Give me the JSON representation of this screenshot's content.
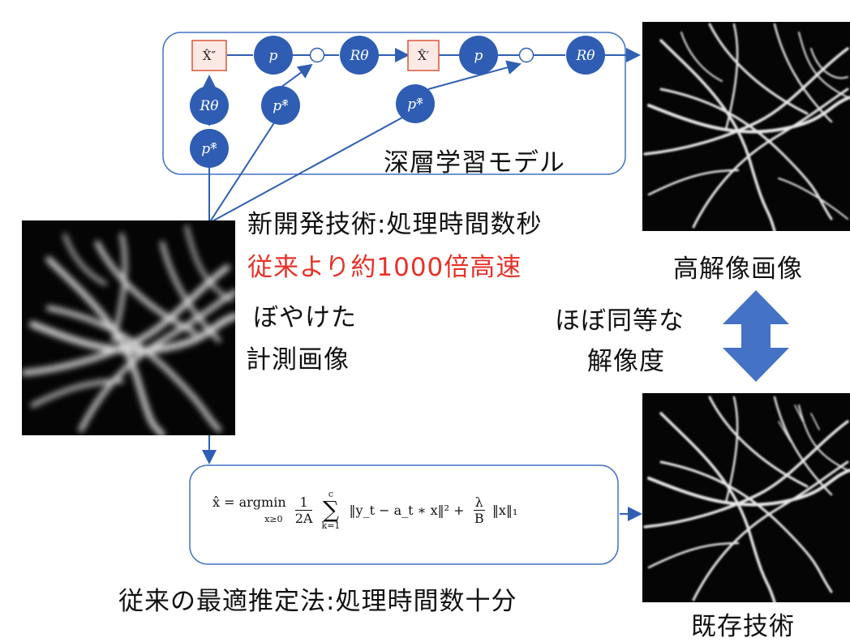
{
  "model": {
    "label": "深層学習モデル",
    "nodes": {
      "x_double_prime": "X̂″",
      "x_prime": "X̂′",
      "p": "p",
      "r_theta": "Rθ",
      "p_star": "p*̄"
    }
  },
  "captions": {
    "new_tech": "新開発技術:処理時間数秒",
    "speedup": "従来より約1000倍高速",
    "blurred_line1": "ぼやけた",
    "blurred_line2": "計測画像",
    "high_res": "高解像画像",
    "similar_line1": "ほぼ同等な",
    "similar_line2": "解像度",
    "conventional": "従来の最適推定法:処理時間数十分",
    "existing": "既存技術"
  },
  "formula": {
    "lhs": "x̂ = argmin",
    "sub": "x≥0",
    "frac_num": "1",
    "frac_den": "2A",
    "sum_top": "c",
    "sum_bottom": "k=1",
    "term": "‖y_t − a_t ∗ x‖² +",
    "lambda_num": "λ",
    "lambda_den": "B",
    "l1": "‖x‖₁"
  },
  "colors": {
    "accent_blue": "#2f5fb3",
    "node_blue": "#2f5db3",
    "box_border": "#4472c4",
    "box_fill": "#fde9e4",
    "box_stroke": "#d9553a",
    "highlight_red": "#e53228",
    "double_arrow": "#4472c4"
  }
}
